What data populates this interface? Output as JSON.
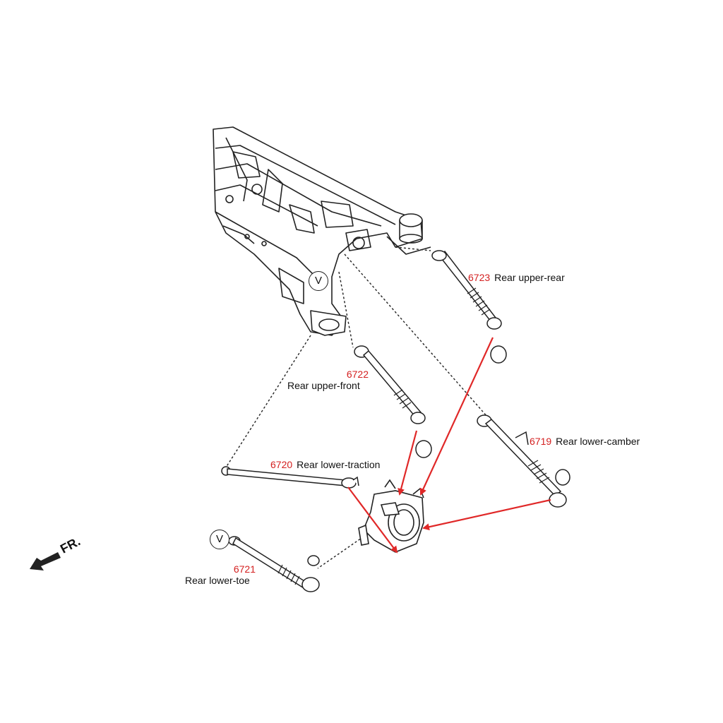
{
  "colors": {
    "part_number": "#d42020",
    "arrow": "#e02828",
    "lineart": "#222222",
    "background": "#ffffff"
  },
  "direction": {
    "label": "FR.",
    "icon": "front-direction-arrow-icon"
  },
  "badges": [
    {
      "text": "V"
    },
    {
      "text": "V"
    }
  ],
  "parts": [
    {
      "number": "6723",
      "name": "Rear upper-rear"
    },
    {
      "number": "6722",
      "name": "Rear upper-front"
    },
    {
      "number": "6719",
      "name": "Rear lower-camber"
    },
    {
      "number": "6720",
      "name": "Rear lower-traction"
    },
    {
      "number": "6721",
      "name": "Rear lower-toe"
    }
  ]
}
